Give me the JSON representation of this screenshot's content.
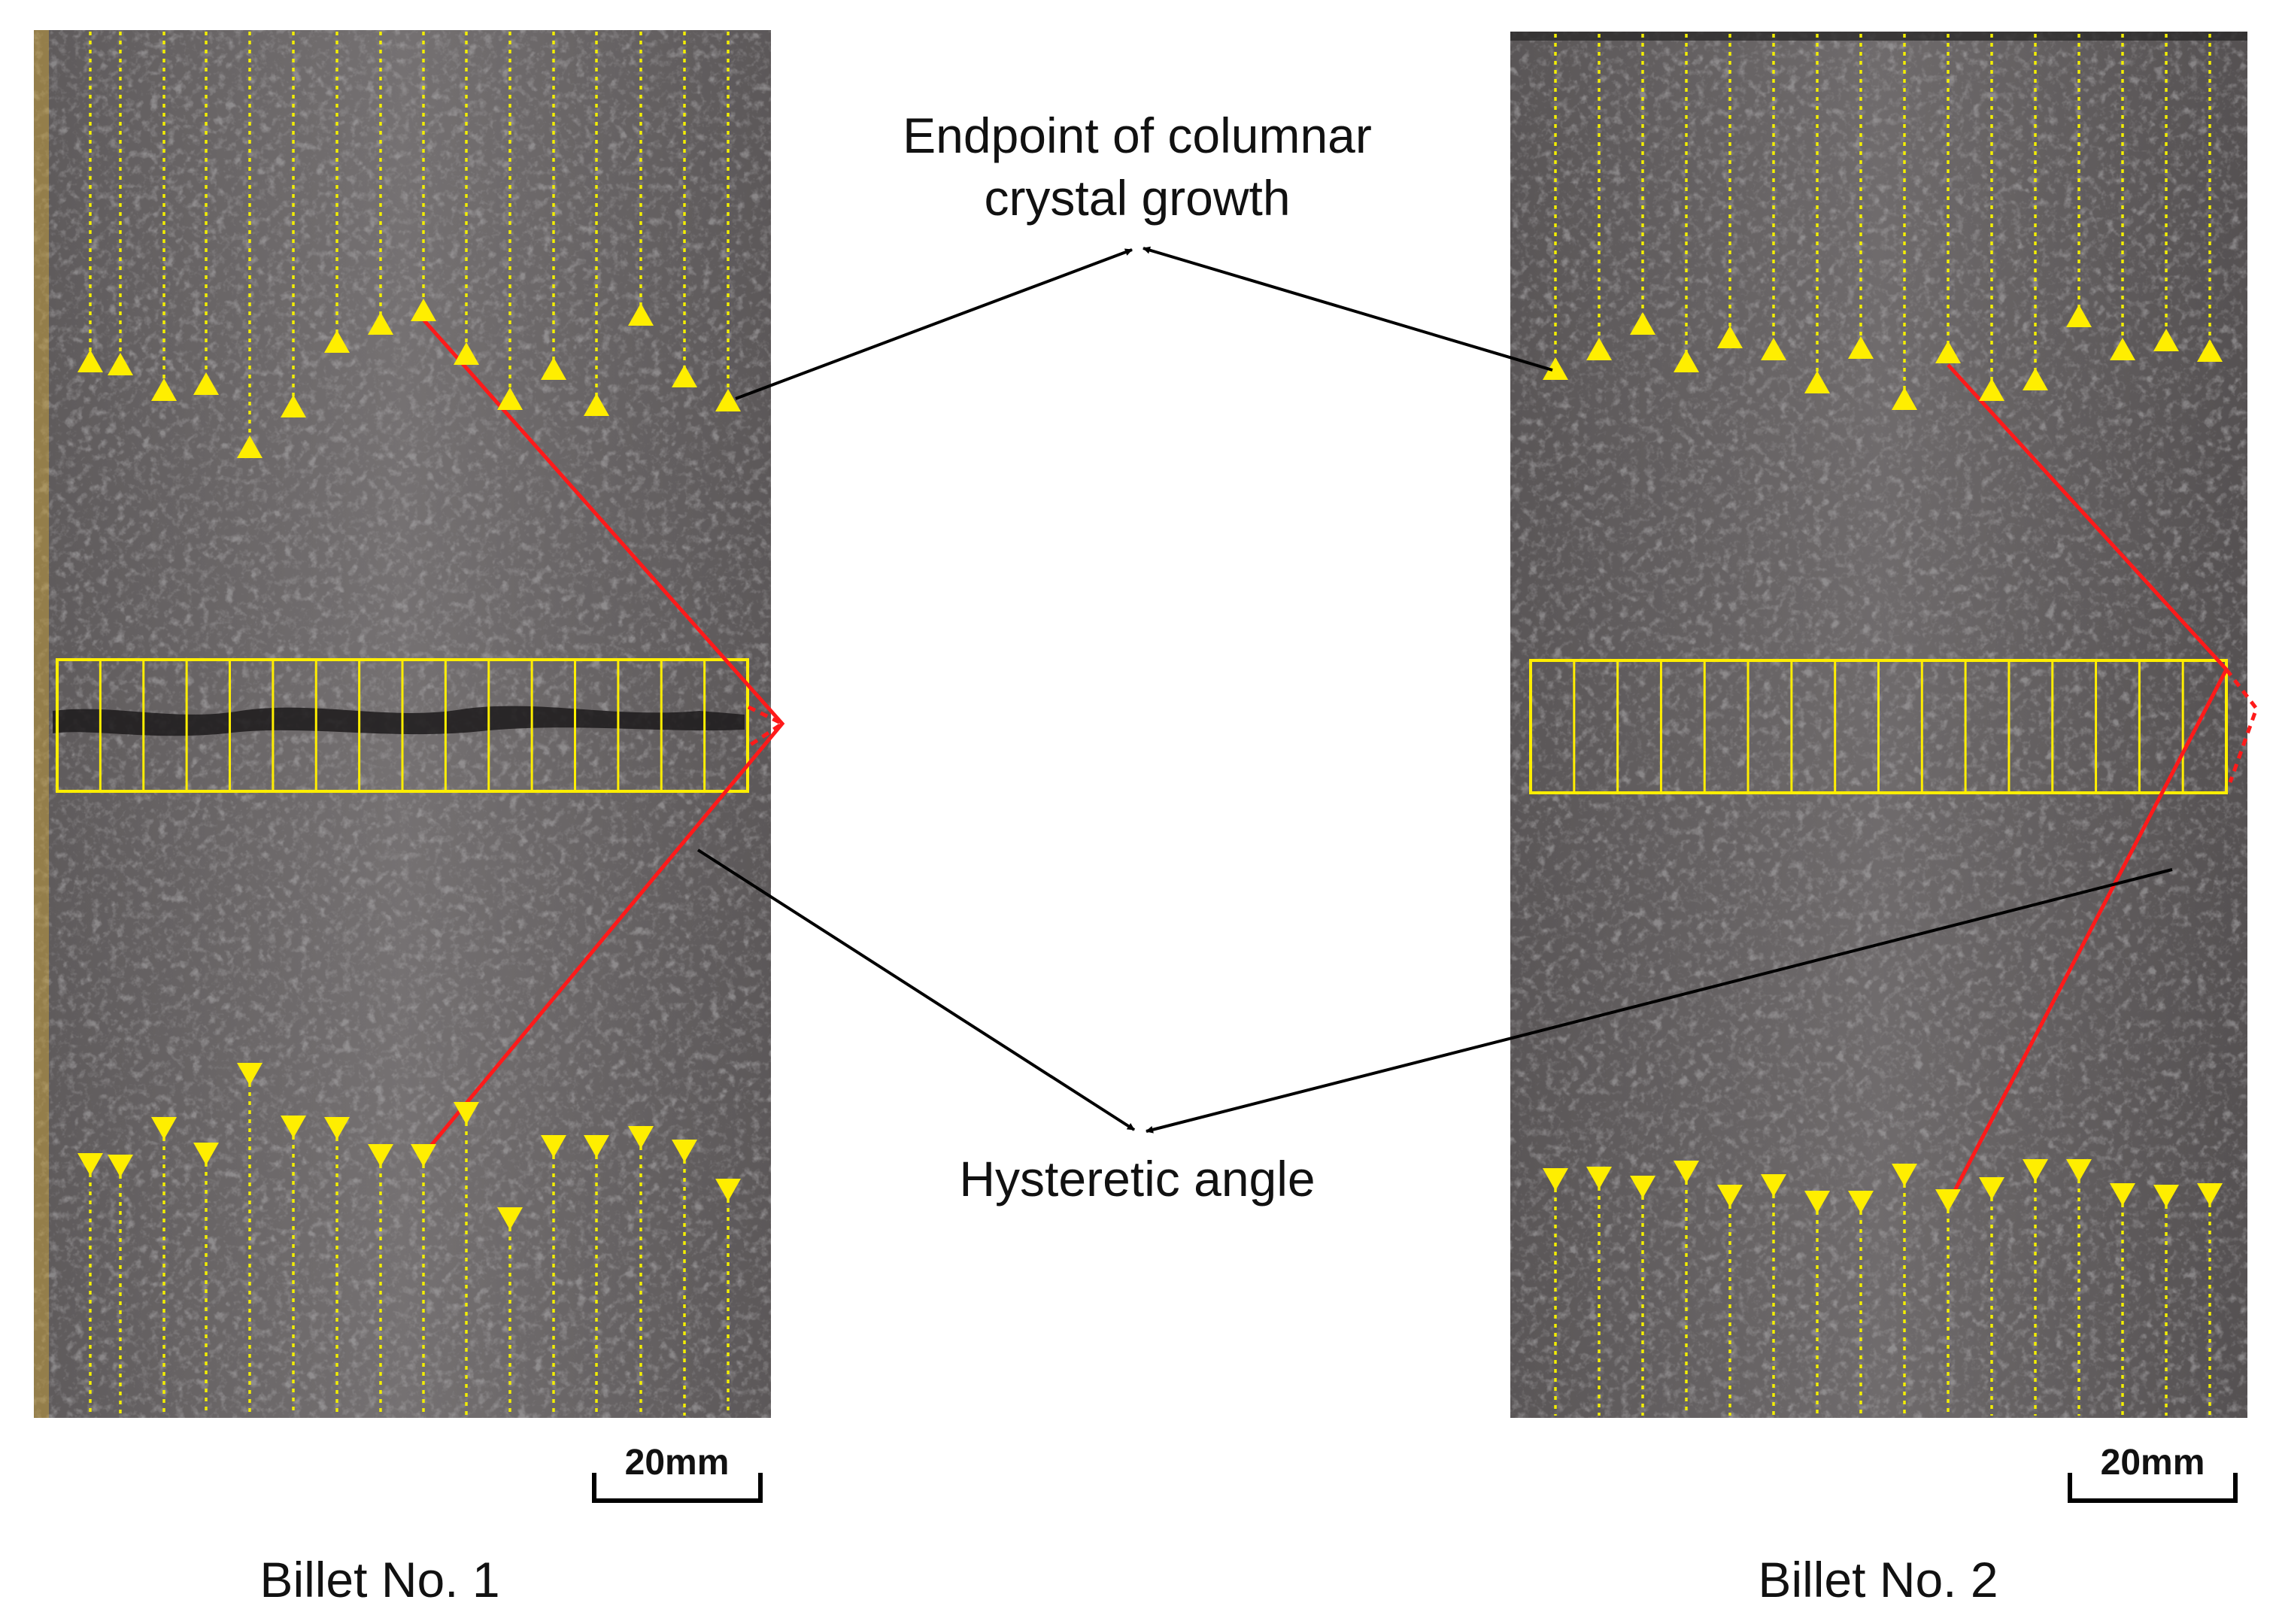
{
  "annotations": {
    "endpoint_line1": "Endpoint of columnar",
    "endpoint_line2": "crystal growth",
    "hysteretic": "Hysteretic angle"
  },
  "billets": [
    {
      "caption": "Billet No. 1",
      "scale_label": "20mm"
    },
    {
      "caption": "Billet No. 2",
      "scale_label": "20mm"
    }
  ],
  "colors": {
    "guide_lines": "#f2ee00",
    "markers": "#ffee00",
    "angle_lines": "#ff1a1a",
    "arrows": "#000000",
    "sample_surface": "#6b6767"
  },
  "icons": {
    "top_marker": "triangle-up-icon",
    "bottom_marker": "triangle-down-icon"
  }
}
